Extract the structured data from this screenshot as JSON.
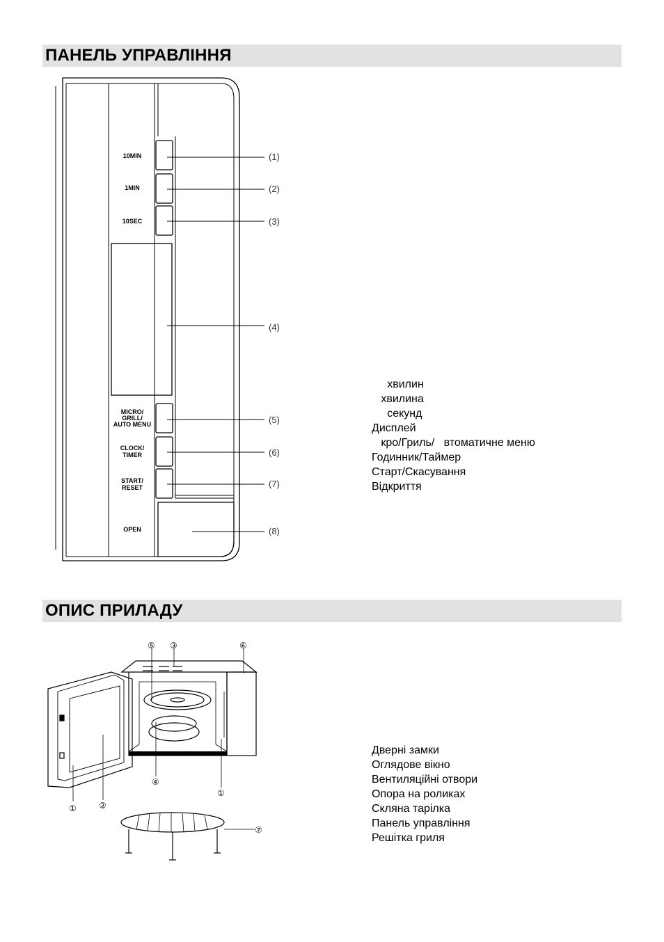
{
  "control_panel": {
    "title": "ПАНЕЛЬ УПРАВЛІННЯ",
    "panel_labels": {
      "ten_min": "10MIN",
      "one_min": "1MIN",
      "ten_sec": "10SEC",
      "micro_line1": "MICRO/",
      "micro_line2": "GRILL/",
      "micro_line3": "AUTO MENU",
      "clock_line1": "CLOCK/",
      "clock_line2": "TIMER",
      "start_line1": "START/",
      "start_line2": "RESET",
      "open": "OPEN"
    },
    "callouts": [
      "(1)",
      "(2)",
      "(3)",
      "(4)",
      "(5)",
      "(6)",
      "(7)",
      "(8)"
    ],
    "legend": [
      "     хвилин",
      "   хвилина",
      "     секунд",
      "Дисплей",
      "   кро/Гриль/   втоматичне меню",
      "Годинник/Таймер",
      "Старт/Скасування",
      "Відкриття"
    ]
  },
  "device_description": {
    "title": "ОПИС ПРИЛАДУ",
    "callouts": [
      "①",
      "②",
      "③",
      "④",
      "⑤",
      "⑥",
      "⑦"
    ],
    "legend": [
      "Дверні замки",
      "Оглядове вікно",
      "Вентиляційні отвори",
      "Опора на роликах",
      "Скляна тарілка",
      "Панель управління",
      "Решітка гриля"
    ]
  }
}
